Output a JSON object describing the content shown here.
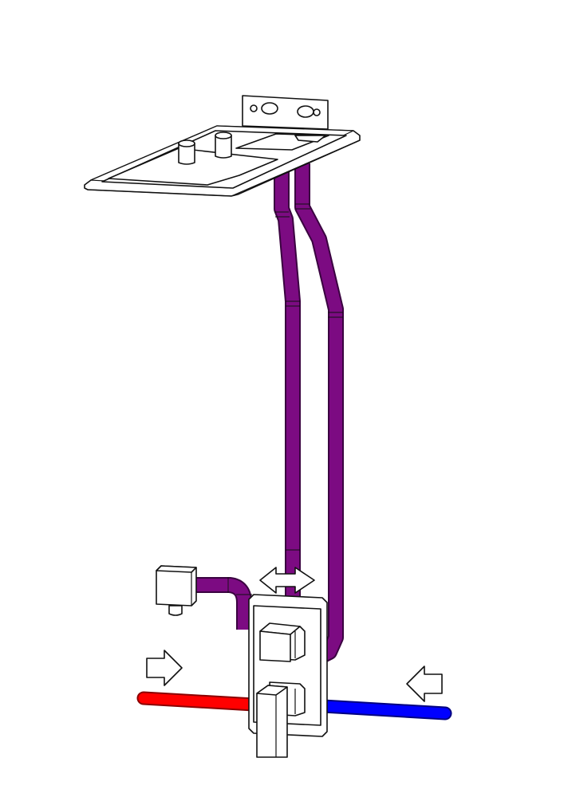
{
  "diagram": {
    "kind": "shower-system-installation",
    "background_color": "#ffffff",
    "line_color": "#111111",
    "colors": {
      "outlet_pipe": "#7c0b82",
      "outlet_pipe_edge": "#3a0340",
      "hot_pipe": "#ff0000",
      "hot_pipe_edge": "#8a0000",
      "cold_pipe": "#0000ff",
      "cold_pipe_edge": "#000080",
      "fixture_fill": "#ffffff"
    },
    "components": [
      "rain-shower-head",
      "wall-mounting-bracket",
      "shower-arm",
      "outlet-pipe-to-head",
      "outlet-pipe-to-handset",
      "handset-wall-outlet",
      "mixer-wall-plate",
      "diverter-knob",
      "mixer-lever-handle",
      "hot-supply-pipe",
      "cold-supply-pipe"
    ],
    "flow_arrows": [
      {
        "name": "hot-inflow-arrow",
        "direction": "right"
      },
      {
        "name": "cold-inflow-arrow",
        "direction": "left"
      },
      {
        "name": "diverter-toggle-arrow",
        "direction": "left-right"
      }
    ]
  }
}
